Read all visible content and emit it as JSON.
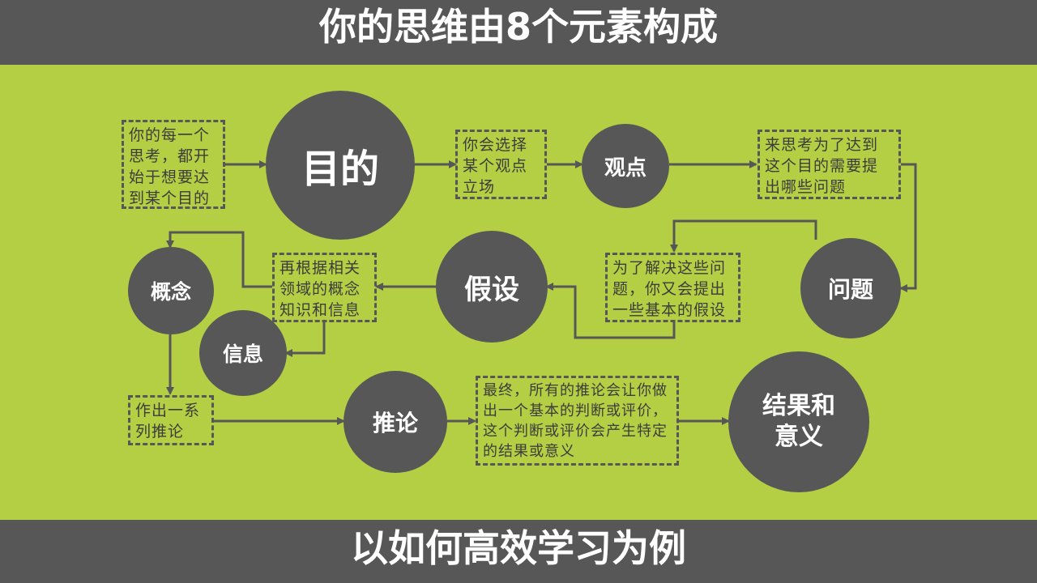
{
  "title": "你的思维由8个元素构成",
  "subtitle": "以如何高效学习为例",
  "colors": {
    "background": "#b5cf45",
    "bar": "#575757",
    "node": "#575757",
    "text_light": "#ffffff"
  },
  "nodes": {
    "purpose": "目的",
    "viewpoint": "观点",
    "question": "问题",
    "assumption": "假设",
    "concept": "概念",
    "information": "信息",
    "inference": "推论",
    "implication": "结果和意义"
  },
  "notes": {
    "purpose": "你的每一个思考，都开始于想要达到某个目的",
    "viewpoint": "你会选择某个观点立场",
    "question": "来思考为了达到这个目的需要提出哪些问题",
    "assumption": "为了解决这些问题，你又会提出一些基本的假设",
    "concept": "再根据相关领域的概念知识和信息",
    "inference": "作出一系列推论",
    "implication": "最终，所有的推论会让你做出一个基本的判断或评价，这个判断或评价会产生特定的结果或意义"
  }
}
